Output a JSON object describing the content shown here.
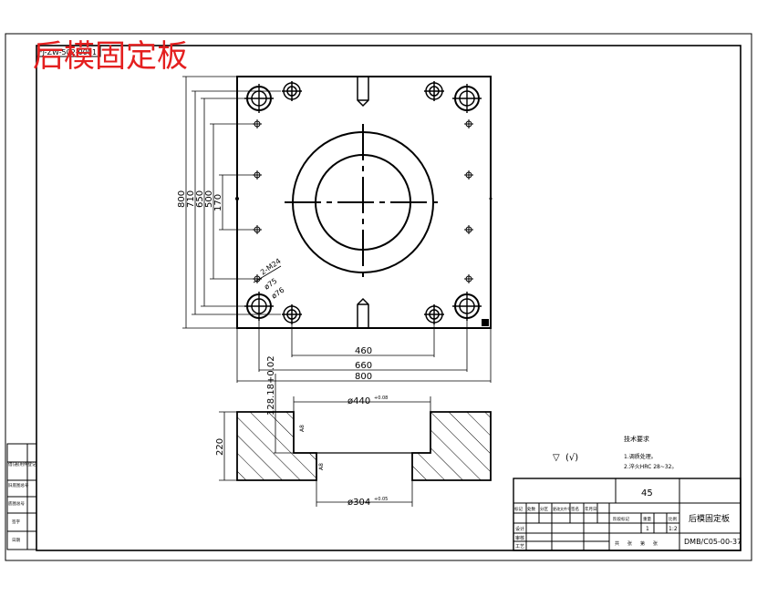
{
  "title": {
    "text": "后模固定板",
    "color": "#e41f1f",
    "small_code": "FJ-ZW-502-0001"
  },
  "plan_view": {
    "dim_vertical": [
      "800",
      "710",
      "650",
      "500",
      "170"
    ],
    "dim_horizontal": [
      "460",
      "660",
      "800"
    ],
    "hole_callouts": [
      "2-M24",
      "ø75",
      "ø76"
    ]
  },
  "section_view": {
    "dim_height": "220",
    "dim_offset": "128.18+0.02",
    "dim_top_bore": "ø440",
    "dim_top_tol": "+0.08",
    "dim_bottom_bore": "ø304",
    "dim_bottom_tol": "+0.05",
    "side_label_top": "A8",
    "side_label_bottom": "A8"
  },
  "surface_finish": "▽",
  "surface_note": "(√)",
  "tech_requirements": {
    "heading": "技术要求",
    "items": [
      "1.调质处理。",
      "2.淬火HRC 28~32。"
    ]
  },
  "title_block": {
    "material": "45",
    "part_name": "后模固定板",
    "drawing_no": "DMB/C05-00-37",
    "scale": "1:2",
    "quantity": "1",
    "header_cells": [
      "标记",
      "处数",
      "分区",
      "更改文件号",
      "签名",
      "年月日"
    ],
    "row_labels": [
      "设计",
      "审核",
      "工艺"
    ],
    "info_labels": [
      "阶段标记",
      "重量",
      "比例"
    ],
    "sheet_labels": [
      "共",
      "张",
      "第",
      "张"
    ]
  },
  "left_strip": [
    "借(通)用件登记",
    "旧底图总号",
    "底图总号",
    "签字",
    "日期"
  ]
}
